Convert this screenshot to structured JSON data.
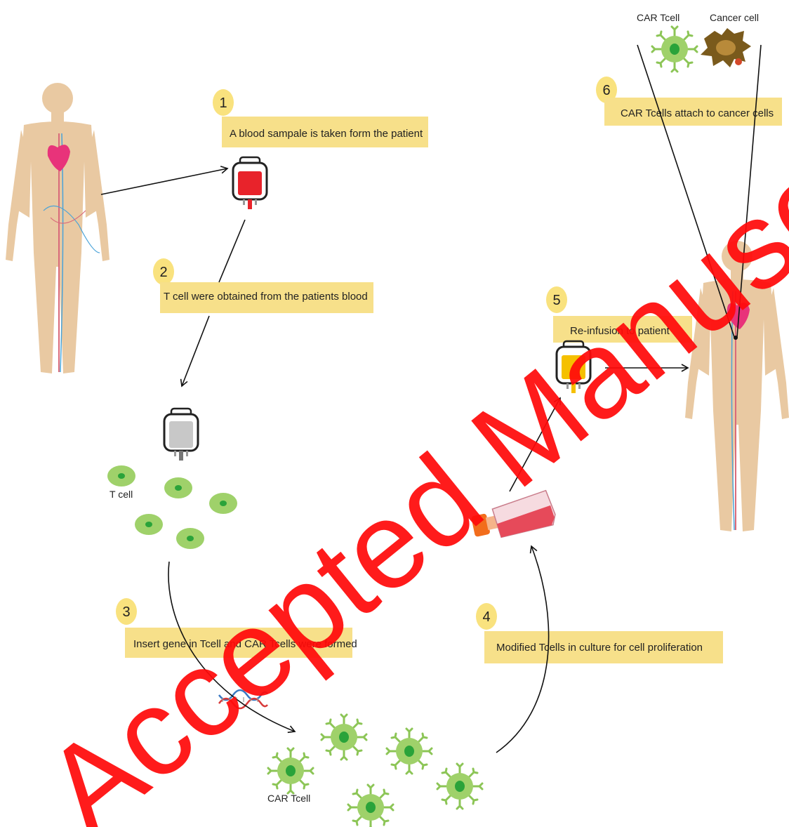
{
  "colors": {
    "box": "#f7e08a",
    "badge": "#f9e27e",
    "watermark": "#ff0a0a",
    "tcell": "#9fd16a",
    "tcell_nucleus": "#2aa33a",
    "blood": "#e8232b",
    "infusion": "#f5c000",
    "flask_liquid": "#e64a5a",
    "cancer_cell": "#7a5a1c"
  },
  "steps": [
    {
      "number": "1",
      "text": "A blood sampale is taken form the patient"
    },
    {
      "number": "2",
      "text": "T cell were obtained from the patients blood"
    },
    {
      "number": "3",
      "text": "Insert gene in Tcell and CAR Tcells were formed"
    },
    {
      "number": "4",
      "text": "Modified Tcells in culture for cell proliferation"
    },
    {
      "number": "5",
      "text": "Re-infusion to patient"
    },
    {
      "number": "6",
      "text": "CAR Tcells attach to cancer cells"
    }
  ],
  "labels": {
    "tcell": "T cell",
    "car_tcell_bottom": "CAR Tcell",
    "car_tcell_top": "CAR Tcell",
    "cancer_cell": "Cancer cell"
  },
  "watermark": "Accepted Manuscript",
  "icons": [
    "human-body-icon",
    "blood-bag-icon",
    "cell-bag-icon",
    "t-cell-icon",
    "dna-icon",
    "car-t-cell-icon",
    "culture-flask-icon",
    "infusion-bag-icon",
    "cancer-cell-icon"
  ]
}
